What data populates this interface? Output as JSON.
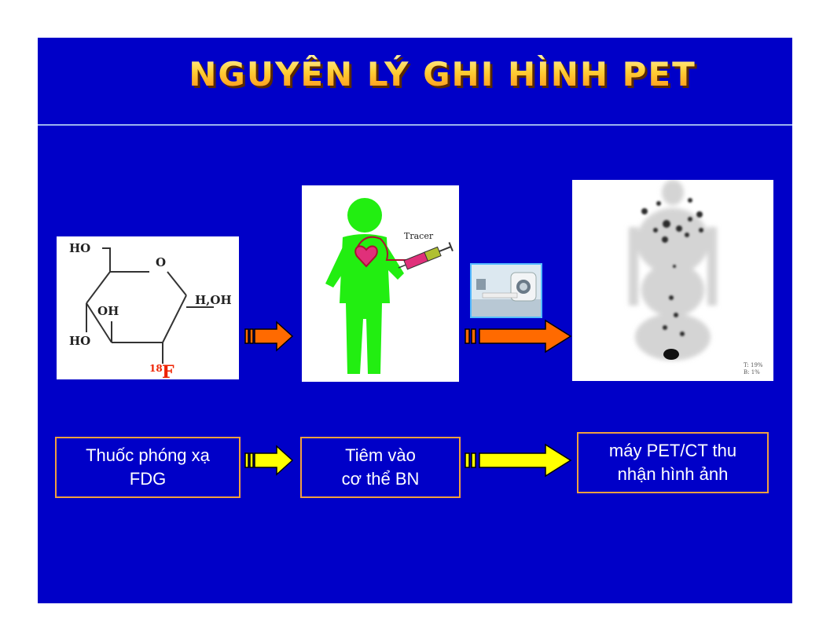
{
  "title": "NGUYÊN LÝ GHI HÌNH PET",
  "molecule": {
    "ho_top": "HO",
    "o_ring": "O",
    "oh_mid": "OH",
    "h_oh": "H,OH",
    "ho_bottom": "HO",
    "isotope_mass": "18",
    "isotope_symbol": "F"
  },
  "injection": {
    "tracer_label": "Tracer"
  },
  "pet_scan": {
    "overlay_line1": "T:   19%",
    "overlay_line2": "B:     1%"
  },
  "steps": [
    {
      "label": "Thuốc phóng xạ\nFDG"
    },
    {
      "label": "Tiêm vào\ncơ thể BN"
    },
    {
      "label": "máy PET/CT thu\nnhận hình ảnh"
    }
  ],
  "colors": {
    "background": "#0000c8",
    "title_gradient": [
      "#fff2a0",
      "#ffcc33",
      "#ff8c1a"
    ],
    "orange_arrow": "#ff6a00",
    "yellow_arrow": "#ffff00",
    "label_border": "#f0a040",
    "figure_green": "#22ee11",
    "isotope_red": "#ee2200"
  }
}
